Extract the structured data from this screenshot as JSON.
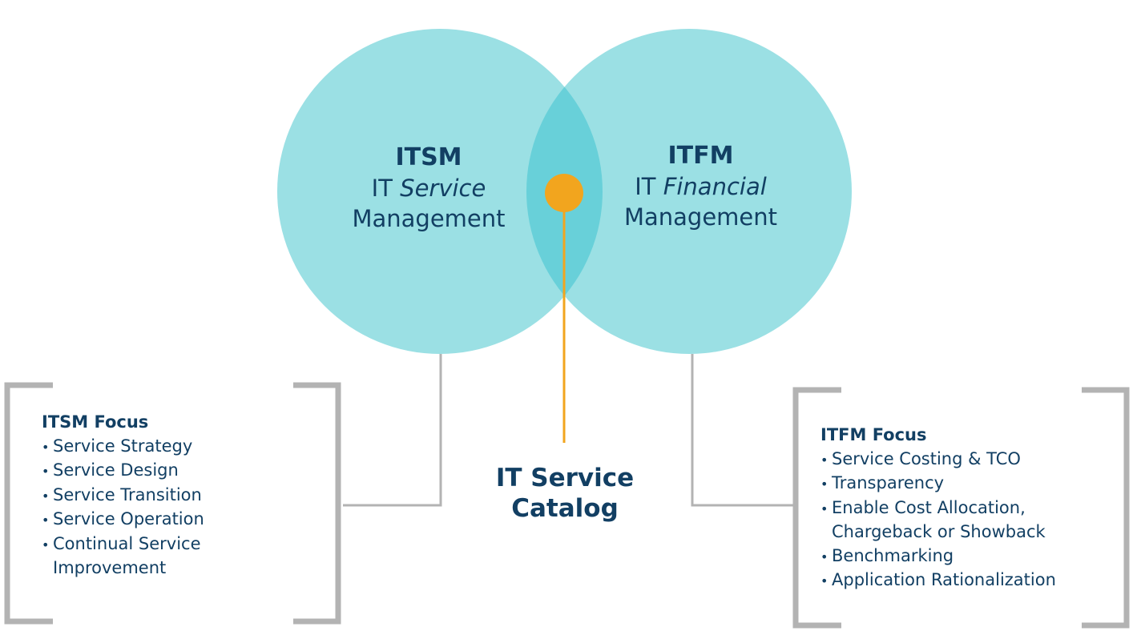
{
  "colors": {
    "circle_fill": "#9be0e4",
    "overlap_fill": "#68d0d9",
    "accent_dot": "#f2a51e",
    "connector_gray": "#b3b3b3",
    "bracket_gray": "#b3b3b3",
    "text_navy": "#123f63"
  },
  "itsm": {
    "abbr": "ITSM",
    "line1_prefix": "IT ",
    "line1_emphasis": "Service",
    "line2": "Management"
  },
  "itfm": {
    "abbr": "ITFM",
    "line1_prefix": "IT ",
    "line1_emphasis": "Financial",
    "line2": "Management"
  },
  "catalog": {
    "line1": "IT Service",
    "line2": "Catalog"
  },
  "itsm_focus": {
    "title": "ITSM Focus",
    "items": [
      "Service Strategy",
      "Service Design",
      "Service Transition",
      "Service Operation",
      "Continual Service Improvement"
    ]
  },
  "itfm_focus": {
    "title": "ITFM Focus",
    "items": [
      "Service Costing & TCO",
      "Transparency",
      "Enable Cost Allocation, Chargeback or Showback",
      "Benchmarking",
      "Application Rationalization"
    ]
  }
}
